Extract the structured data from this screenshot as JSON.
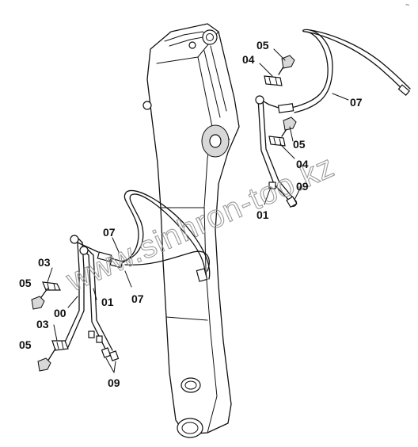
{
  "corner_mark": "~",
  "watermark": "www.sinhron-too.kz",
  "part_labels": {
    "p00": "00",
    "p01_left": "01",
    "p01_right": "01",
    "p03_upper": "03",
    "p03_lower": "03",
    "p04_upper": "04",
    "p04_lower": "04",
    "p05_top": "05",
    "p05_right": "05",
    "p05_left_upper": "05",
    "p05_left_lower": "05",
    "p07_right": "07",
    "p07_center": "07",
    "p07_lower": "07",
    "p09_right": "09",
    "p09_bottom": "09"
  }
}
